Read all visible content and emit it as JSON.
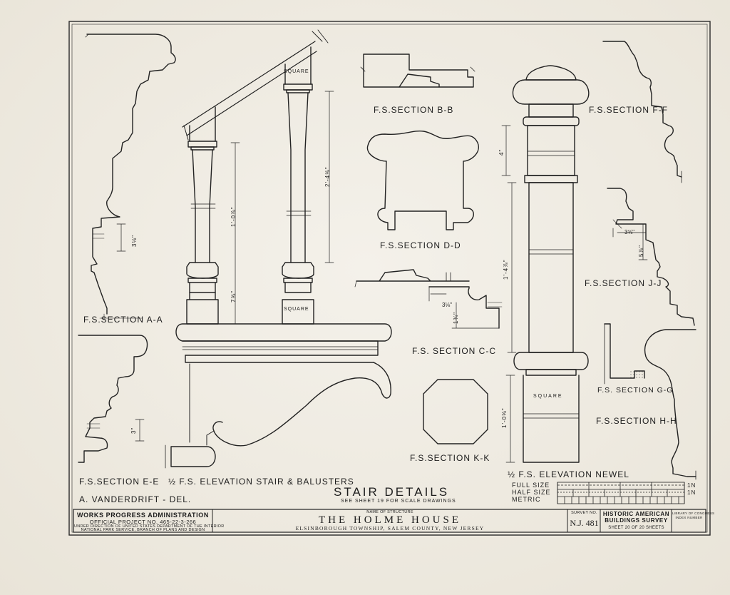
{
  "sections": {
    "aa": "F.S.SECTION A-A",
    "bb": "F.S.SECTION B-B",
    "cc": "F.S. SECTION C-C",
    "dd": "F.S.SECTION D-D",
    "ee": "F.S.SECTION E-E",
    "ff": "F.S.SECTION F-F",
    "gg": "F.S. SECTION G-G",
    "hh": "F.S.SECTION H-H",
    "jj": "F.S.SECTION J-J",
    "kk": "F.S.SECTION K-K"
  },
  "elevations": {
    "stair_balusters": "½ F.S. ELEVATION STAIR & BALUSTERS",
    "newel": "½ F.S. ELEVATION NEWEL"
  },
  "annotations": {
    "square_top": "SQUARE",
    "square_bottom": "SQUARE",
    "square_newel": "SQUARE",
    "dim_aa": "3⅛\"",
    "dim_ee": "3\"",
    "dim_baluster_1": "1'-0⅞\"",
    "dim_baluster_2": "2'-4⅝\"",
    "dim_baluster_base": "7⅝\"",
    "dim_newel_top": "4\"",
    "dim_newel_shaft": "1'-4⅞\"",
    "dim_newel_base": "1'-0⅝\"",
    "dim_jj_w": "3⅝\"",
    "dim_jj_h": "5⅞\"",
    "dim_cc_w": "3⅛\"",
    "dim_cc_h": "1¾\""
  },
  "drawing": {
    "title": "STAIR DETAILS",
    "see_sheet": "SEE SHEET 19 FOR SCALE DRAWINGS",
    "delineator": "A. VANDERDRIFT - DEL."
  },
  "scale_bar": {
    "full": "FULL SIZE",
    "half": "HALF SIZE",
    "metric": "METRIC",
    "unit": "1N"
  },
  "title_block": {
    "agency_line": "WORKS PROGRESS ADMINISTRATION",
    "project_line": "OFFICIAL PROJECT NO. 465-22-3-266",
    "direction_line": "UNDER DIRECTION OF UNITED STATES DEPARTMENT OF THE INTERIOR",
    "branch_line": "NATIONAL PARK SERVICE, BRANCH OF PLANS AND DESIGN",
    "name_caption": "NAME OF STRUCTURE",
    "structure_name": "THE HOLME HOUSE",
    "location": "ELSINBOROUGH TOWNSHIP, SALEM COUNTY, NEW JERSEY",
    "survey_caption": "SURVEY NO.",
    "survey_no": "N.J. 481",
    "habs_line1": "HISTORIC AMERICAN",
    "habs_line2": "BUILDINGS SURVEY",
    "sheet_line": "SHEET 20 OF 20 SHEETS",
    "library_line1": "LIBRARY OF CONGRESS",
    "library_line2": "INDEX NUMBER"
  }
}
